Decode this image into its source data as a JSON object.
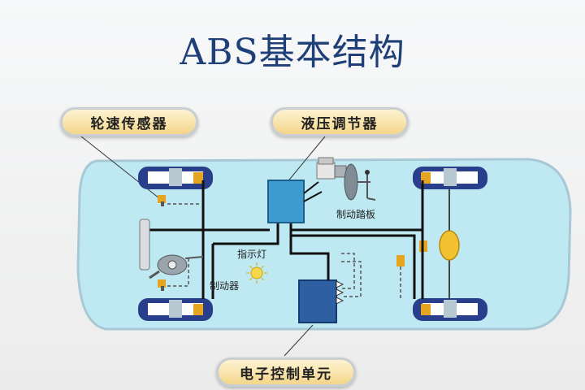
{
  "title": "ABS基本结构",
  "callouts": {
    "wheel_speed_sensor": "轮速传感器",
    "hydraulic_modulator": "液压调节器",
    "ecu": "电子控制单元"
  },
  "labels": {
    "brake_pedal": "制动踏板",
    "indicator_light": "指示灯",
    "brake": "制动器"
  },
  "colors": {
    "title": "#1f3f78",
    "car_body": "#bfe9f2",
    "car_outline": "#a8c8d6",
    "modulator": "#3f9ad0",
    "ecu": "#2e5fa2",
    "wire": "#111111",
    "wheel": "#2a3f8c",
    "callout_fill": "#f4d68a",
    "differential": "#f2c230"
  }
}
